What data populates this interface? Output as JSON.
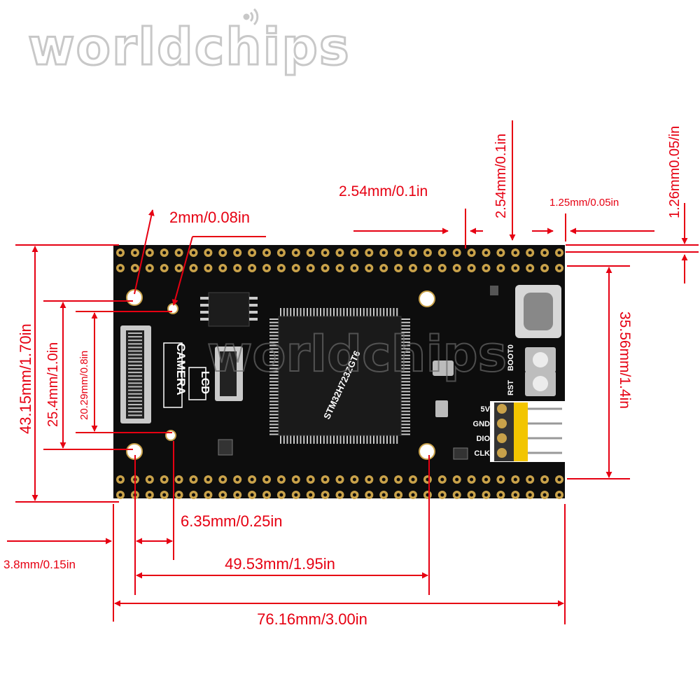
{
  "watermark": {
    "brand": "worldchips"
  },
  "board": {
    "colors": {
      "pcb": "#0d0d0d",
      "silkscreen": "#ffffff",
      "pad": "#c9a24a",
      "header": "#f2c500",
      "usb": "#d7d7d7"
    },
    "silkscreen": {
      "camera": "CAMERA",
      "lcd": "LCD",
      "mcu": "STM32H723ZGT6",
      "boot": "BOOT0",
      "rst": "RST",
      "pins": [
        "5V",
        "GND",
        "DIO",
        "CLK"
      ]
    }
  },
  "dimensions": {
    "width_total": "76.16mm/3.00in",
    "hole_spacing_x": "49.53mm/1.95in",
    "edge_offset": "3.8mm/0.15in",
    "hole_offset": "6.35mm/0.25in",
    "height_total": "43.15mm/1.70in",
    "hole_spacing_y": "25.4mm/1.0in",
    "connector_height": "20.29mm/0.8in",
    "header_row_spacing": "35.56mm/1.4in",
    "hole_diameter": "2mm/0.08in",
    "pin_pitch_a": "2.54mm/0.1in",
    "pin_pitch_b": "2.54mm/0.1in",
    "pad_size": "1.25mm/0.05in",
    "pad_offset": "1.26mm0.05/in"
  },
  "colors": {
    "dimension": "#e60012"
  }
}
